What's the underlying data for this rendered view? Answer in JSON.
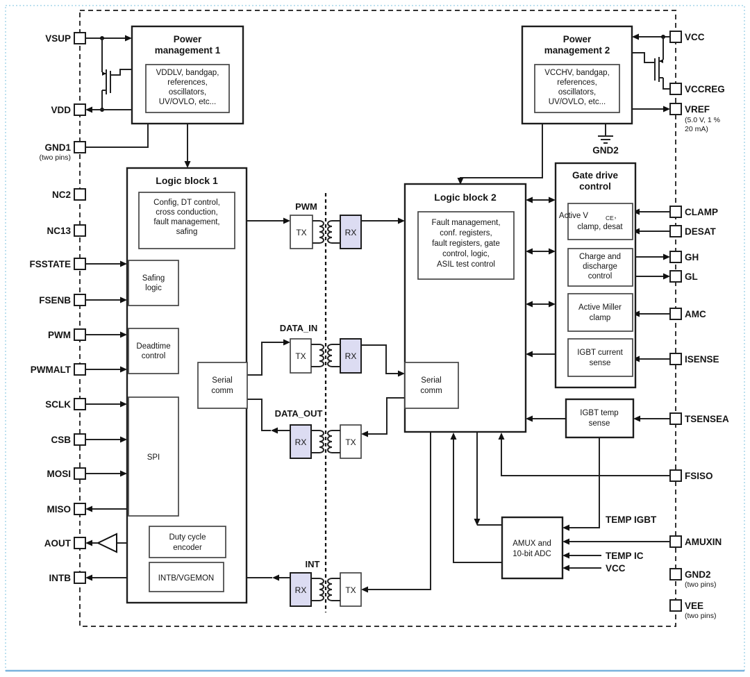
{
  "figure": {
    "kind": "IC block diagram",
    "isolation_channels_note": "galvanically isolated TX/RX channels across center dashed barrier"
  },
  "colors": {
    "rx_fill": "#dcdcf2",
    "line": "#222222",
    "outer_border": "#a5d6ea",
    "bottom_line": "#79b2dd"
  },
  "pins": {
    "left": [
      {
        "label": "VSUP"
      },
      {
        "label": "VDD"
      },
      {
        "label": "GND1",
        "sub": "(two pins)"
      },
      {
        "label": "NC2"
      },
      {
        "label": "NC13"
      },
      {
        "label": "FSSTATE"
      },
      {
        "label": "FSENB"
      },
      {
        "label": "PWM"
      },
      {
        "label": "PWMALT"
      },
      {
        "label": "SCLK"
      },
      {
        "label": "CSB"
      },
      {
        "label": "MOSI"
      },
      {
        "label": "MISO"
      },
      {
        "label": "AOUT"
      },
      {
        "label": "INTB"
      }
    ],
    "right": [
      {
        "label": "VCC"
      },
      {
        "label": "VCCREG"
      },
      {
        "label": "VREF",
        "sub1": "(5.0 V, 1 %",
        "sub2": "20 mA)"
      },
      {
        "label": "CLAMP"
      },
      {
        "label": "DESAT"
      },
      {
        "label": "GH"
      },
      {
        "label": "GL"
      },
      {
        "label": "AMC"
      },
      {
        "label": "ISENSE"
      },
      {
        "label": "TSENSEA"
      },
      {
        "label": "FSISO"
      },
      {
        "label": "AMUXIN"
      },
      {
        "label": "GND2",
        "sub": "(two pins)"
      },
      {
        "label": "VEE",
        "sub": "(two pins)"
      }
    ]
  },
  "blocks": {
    "pm1": {
      "title1": "Power",
      "title2": "management 1",
      "inner": [
        "VDDLV, bandgap,",
        "references,",
        "oscillators,",
        "UV/OVLO, etc..."
      ]
    },
    "pm2": {
      "title1": "Power",
      "title2": "management 2",
      "inner": [
        "VCCHV, bandgap,",
        "references,",
        "oscillators,",
        "UV/OVLO, etc..."
      ]
    },
    "lb1": {
      "title": "Logic block 1",
      "config": [
        "Config, DT control,",
        "cross conduction,",
        "fault management,",
        "safing"
      ],
      "safing": [
        "Safing",
        "logic"
      ],
      "deadtime": [
        "Deadtime",
        "control"
      ],
      "spi": "SPI",
      "serial": [
        "Serial",
        "comm"
      ],
      "duty": [
        "Duty cycle",
        "encoder"
      ],
      "intb": "INTB/VGEMON"
    },
    "lb2": {
      "title": "Logic block 2",
      "fault": [
        "Fault management,",
        "conf. registers,",
        "fault registers, gate",
        "control, logic,",
        "ASIL test control"
      ],
      "serial": [
        "Serial",
        "comm"
      ]
    },
    "gdc": {
      "title1": "Gate drive",
      "title2": "control",
      "vce_a": "Active V",
      "vce_sub": "CE",
      "vce_c": ",",
      "vce_l2": "clamp, desat",
      "charge": [
        "Charge and",
        "discharge",
        "control"
      ],
      "miller": [
        "Active Miller",
        "clamp"
      ],
      "isense": [
        "IGBT current",
        "sense"
      ]
    },
    "tempsense": [
      "IGBT temp",
      "sense"
    ],
    "amux": [
      "AMUX and",
      "10-bit ADC"
    ]
  },
  "channels": {
    "pwm": "PWM",
    "data_in": "DATA_IN",
    "data_out": "DATA_OUT",
    "int": "INT",
    "tx": "TX",
    "rx": "RX"
  },
  "misc": {
    "gnd2": "GND2",
    "temp_igbt": "TEMP IGBT",
    "temp_ic": "TEMP IC",
    "vcc": "VCC"
  }
}
